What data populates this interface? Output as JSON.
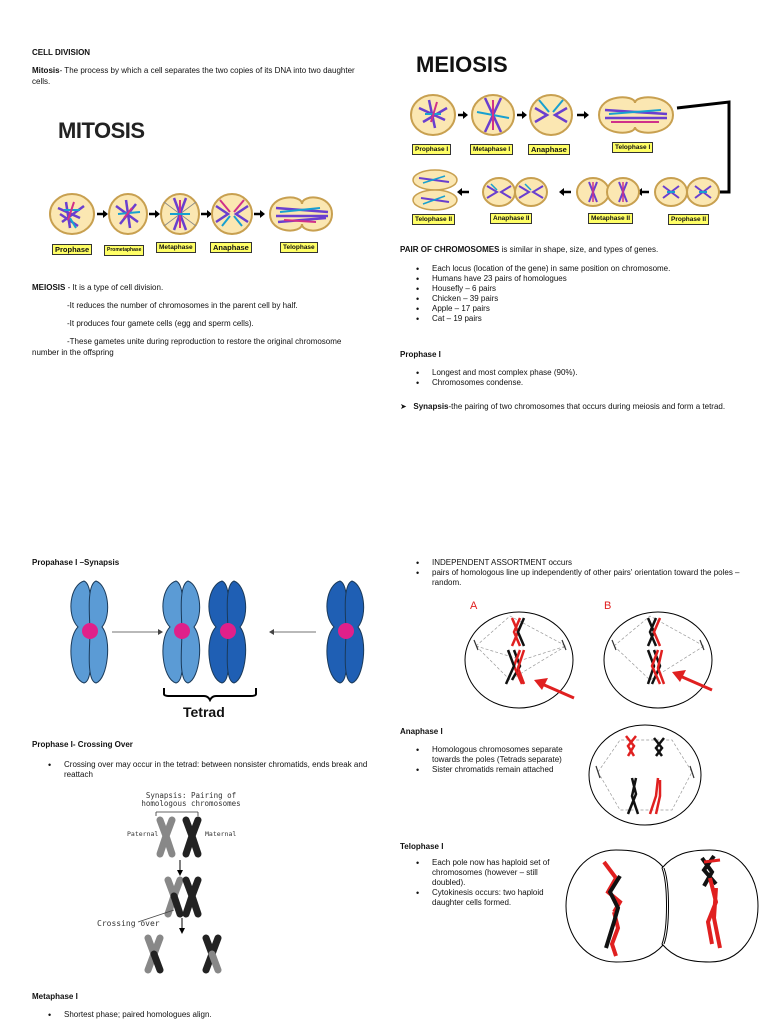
{
  "page1": {
    "heading": "CELL DIVISION",
    "mitosis_term": "Mitosis",
    "mitosis_def": "- The process by which a cell separates the two copies of its DNA into two daughter cells.",
    "mitosis_figure_title": "MITOSIS",
    "mitosis_stages": [
      "Prophase",
      "Prometaphase",
      "Metaphase",
      "Anaphase",
      "Telophase"
    ],
    "meiosis_term": "MEIOSIS",
    "meiosis_def": " - It is a type of cell division.",
    "meiosis_points": [
      "-It reduces the number of chromosomes in the parent cell by half.",
      "-It produces four gamete cells (egg and sperm cells).",
      "-These gametes unite during reproduction to restore the original chromosome number in the offspring"
    ]
  },
  "page2": {
    "figure_title": "MEIOSIS",
    "stages_row1": [
      "Prophase I",
      "Metaphase I",
      "Anaphase",
      "Telophase I"
    ],
    "stages_row2": [
      "Telophase II",
      "Anaphase II",
      "Metaphase II",
      "Prophase II"
    ],
    "pair_term": "PAIR OF CHROMOSOMES",
    "pair_def": " is similar in shape, size, and types of genes.",
    "pair_bullets": [
      "Each locus (location of the gene) in same position on chromosome.",
      "Humans have 23 pairs of homologues",
      "Housefly – 6 pairs",
      " Chicken – 39 pairs",
      "Apple – 17 pairs",
      "Cat – 19 pairs"
    ],
    "prophase_heading": "Prophase I",
    "prophase_bullets": [
      "Longest and most complex phase (90%).",
      " Chromosomes condense."
    ],
    "synapsis_term": "Synapsis",
    "synapsis_def": "-the pairing of two chromosomes that occurs during meiosis and form a tetrad."
  },
  "page3": {
    "synapsis_heading": "Propahase I –Synapsis",
    "tetrad_label": "Tetrad",
    "crossing_heading": "Prophase I- Crossing Over",
    "crossing_bullet": "Crossing over may occur in the tetrad: between nonsister chromatids, ends break and reattach",
    "diagram_caption_1": "Synapsis: Pairing of",
    "diagram_caption_2": "homologous chromosomes",
    "paternal_label": "Paternal",
    "maternal_label": "Maternal",
    "crossing_over_label": "Crossing over",
    "metaphase_heading": "Metaphase I",
    "metaphase_bullet": "Shortest phase; paired homologues align."
  },
  "page4": {
    "independent_bullets": [
      "INDEPENDENT ASSORTMENT occurs",
      "pairs of homologous line up independently of other pairs' orientation toward the poles – random."
    ],
    "label_a": "A",
    "label_b": "B",
    "anaphase_heading": "Anaphase I",
    "anaphase_bullets": [
      "Homologous chromosomes separate towards the poles (Tetrads separate)",
      "Sister chromatids remain attached"
    ],
    "telophase_heading": "Telophase I",
    "telophase_bullets": [
      "Each pole now has haploid set of chromosomes (however – still doubled).",
      "Cytokinesis occurs: two haploid daughter cells formed."
    ]
  },
  "colors": {
    "label_bg": "#ffff66",
    "chromosome_light": "#5b9bd5",
    "chromosome_dark": "#1f5fb4",
    "centromere": "#e0208a",
    "red": "#e02020"
  }
}
